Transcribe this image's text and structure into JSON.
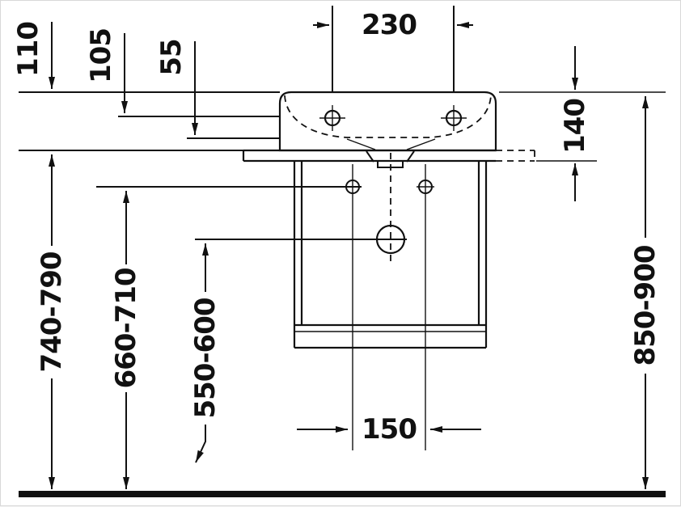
{
  "drawing": {
    "labels": {
      "tap_distance": "230",
      "h110": "110",
      "h105": "105",
      "h55": "55",
      "depth140": "140",
      "console_height": "740-790",
      "fixing_height": "660-710",
      "drain_height": "550-600",
      "rim_height": "850-900",
      "fixing_distance": "150"
    },
    "colors": {
      "line": "#111111",
      "background": "#ffffff",
      "floor": "#111111"
    }
  }
}
